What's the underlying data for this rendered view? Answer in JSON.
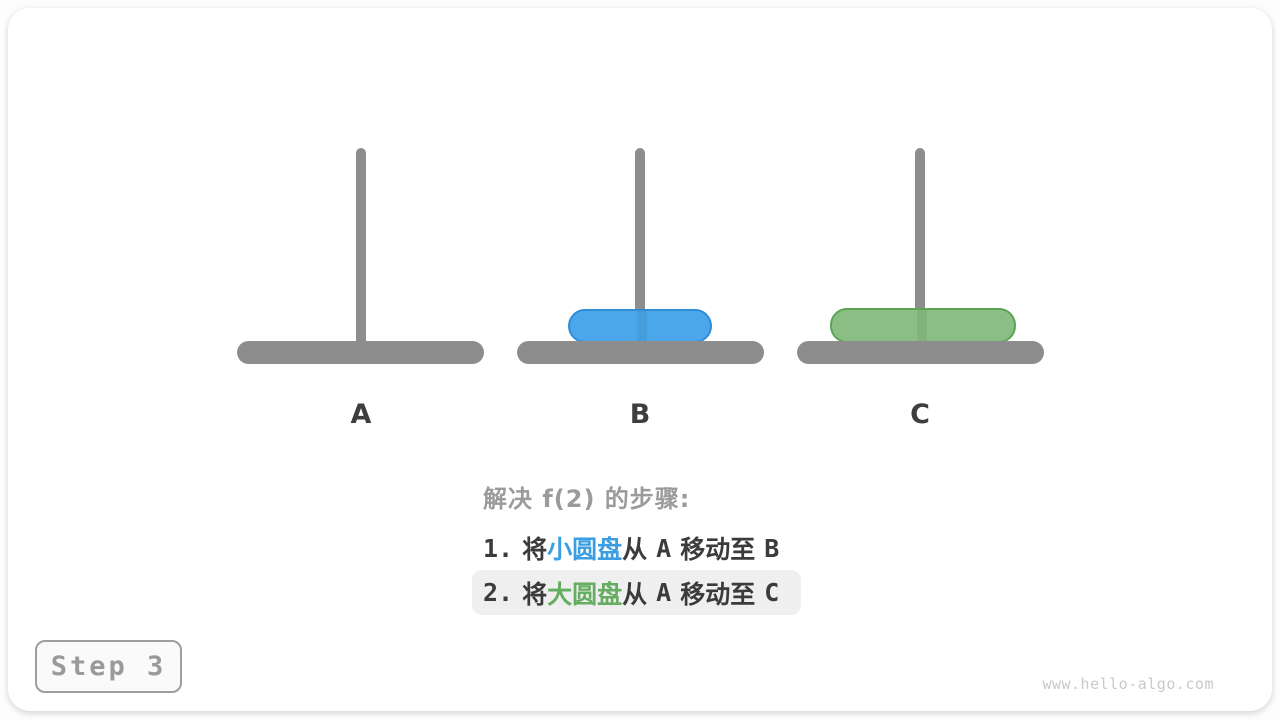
{
  "figure": {
    "step_badge": "Step 3",
    "watermark": "www.hello-algo.com"
  },
  "colors": {
    "peg_gray": "#8d8d8d",
    "small_disk_fill": "#4ba7ea",
    "small_disk_border": "#2e8cd8",
    "large_disk_fill": "#8abe85",
    "large_disk_border": "#5aa555",
    "heading_gray": "#9b9b9b",
    "text_dark": "#3b3b3b",
    "blue_text": "#3b9de2",
    "green_text": "#65ad60",
    "highlight_bg": "#efefef"
  },
  "pegs": [
    {
      "label": "A",
      "disks": []
    },
    {
      "label": "B",
      "disks": [
        "small-blue"
      ]
    },
    {
      "label": "C",
      "disks": [
        "large-green"
      ]
    }
  ],
  "steps": {
    "heading": "解决 f(2) 的步骤:",
    "items": [
      {
        "number": "1.",
        "action_prefix": "将",
        "disk_name": "小圆盘",
        "action_from": "从",
        "source_peg": "A",
        "action_move": "移动至",
        "target_peg": "B",
        "highlighted": false
      },
      {
        "number": "2.",
        "action_prefix": "将",
        "disk_name": "大圆盘",
        "action_from": "从",
        "source_peg": "A",
        "action_move": "移动至",
        "target_peg": "C",
        "highlighted": true
      }
    ]
  }
}
